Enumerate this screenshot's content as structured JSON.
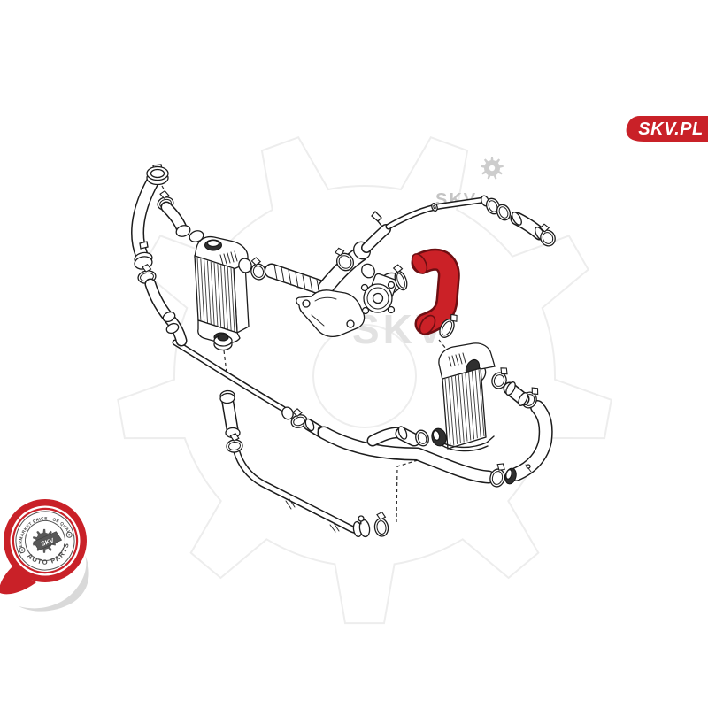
{
  "ribbon": {
    "text": "SKV.PL",
    "color": "#c92128",
    "text_color": "#ffffff"
  },
  "watermark": {
    "text": "SKV",
    "gear_outline_color": "#ededed",
    "small_logo_color": "#cdcdcd",
    "text_color_small": "#c4c4c4",
    "text_color_large": "#e2e2e2"
  },
  "badge": {
    "arc_top_text": "AFTERMARKET PRICE - OE QUALITY",
    "arc_bottom_text": "AUTO PARTS",
    "gear_label": "SKV",
    "pin_color": "#c92128",
    "ring_color": "#c92128",
    "text_color": "#4a4a4a",
    "gear_color": "#585858"
  },
  "diagram": {
    "background": "#ffffff",
    "line_color": "#1c1c1c",
    "highlight_color": "#cb2127",
    "highlight_outline_color": "#6d0e12"
  }
}
